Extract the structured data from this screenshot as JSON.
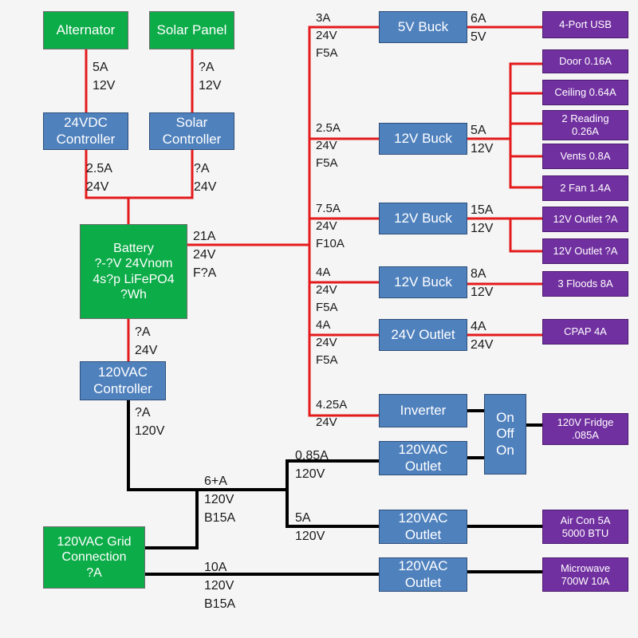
{
  "colors": {
    "source": "#0cac48",
    "component": "#4f81bd",
    "load": "#7130a0",
    "dc_wire": "#e41a1c",
    "ac_wire": "#000000",
    "background": "#f5f5f5"
  },
  "boxes": {
    "alternator": [
      "Alternator"
    ],
    "solar_panel": [
      "Solar Panel"
    ],
    "dc_controller": [
      "24VDC",
      "Controller"
    ],
    "solar_controller": [
      "Solar",
      "Controller"
    ],
    "battery": [
      "Battery",
      "?-?V 24Vnom",
      "4s?p LiFePO4",
      "?Wh"
    ],
    "ac_controller": [
      "120VAC",
      "Controller"
    ],
    "grid": [
      "120VAC Grid",
      "Connection",
      "?A"
    ],
    "buck_5v": [
      "5V Buck"
    ],
    "buck_12v_a": [
      "12V Buck"
    ],
    "buck_12v_b": [
      "12V Buck"
    ],
    "buck_12v_c": [
      "12V Buck"
    ],
    "outlet_24v": [
      "24V Outlet"
    ],
    "inverter": [
      "Inverter"
    ],
    "switch": [
      "On",
      "Off",
      "On"
    ],
    "ac_outlet_1": [
      "120VAC",
      "Outlet"
    ],
    "ac_outlet_2": [
      "120VAC",
      "Outlet"
    ],
    "ac_outlet_3": [
      "120VAC",
      "Outlet"
    ],
    "usb": [
      "4-Port USB"
    ],
    "door": [
      "Door 0.16A"
    ],
    "ceiling": [
      "Ceiling 0.64A"
    ],
    "reading": [
      "2 Reading",
      "0.26A"
    ],
    "vents": [
      "Vents 0.8A"
    ],
    "fan": [
      "2 Fan 1.4A"
    ],
    "outlet_12v_1": [
      "12V Outlet ?A"
    ],
    "outlet_12v_2": [
      "12V Outlet ?A"
    ],
    "floods": [
      "3 Floods 8A"
    ],
    "cpap": [
      "CPAP 4A"
    ],
    "fridge": [
      "120V Fridge",
      ".085A"
    ],
    "aircon": [
      "Air Con 5A",
      "5000 BTU"
    ],
    "microwave": [
      "Microwave",
      "700W 10A"
    ]
  },
  "labels": {
    "alt_out": [
      "5A",
      "12V"
    ],
    "solar_out": [
      "?A",
      "12V"
    ],
    "dcc_out": [
      "2.5A",
      "24V"
    ],
    "sc_out": [
      "?A",
      "24V"
    ],
    "bat_out": [
      "21A",
      "24V",
      "F?A"
    ],
    "bat_down": [
      "?A",
      "24V"
    ],
    "acc_out": [
      "?A",
      "120V"
    ],
    "buck5_in": [
      "3A",
      "24V",
      "F5A"
    ],
    "buck5_out": [
      "6A",
      "5V"
    ],
    "bucka_in": [
      "2.5A",
      "24V",
      "F5A"
    ],
    "bucka_out": [
      "5A",
      "12V"
    ],
    "buckb_in": [
      "7.5A",
      "24V",
      "F10A"
    ],
    "buckb_out": [
      "15A",
      "12V"
    ],
    "buckc_in": [
      "4A",
      "24V",
      "F5A"
    ],
    "buckc_out": [
      "8A",
      "12V"
    ],
    "o24_in": [
      "4A",
      "24V",
      "F5A"
    ],
    "o24_out": [
      "4A",
      "24V"
    ],
    "inv_in": [
      "4.25A",
      "24V"
    ],
    "ac_upper": [
      "0.85A",
      "120V"
    ],
    "ac_lower": [
      "5A",
      "120V"
    ],
    "ac_mid": [
      "6+A",
      "120V",
      "B15A"
    ],
    "grid_direct": [
      "10A",
      "120V",
      "B15A"
    ]
  }
}
